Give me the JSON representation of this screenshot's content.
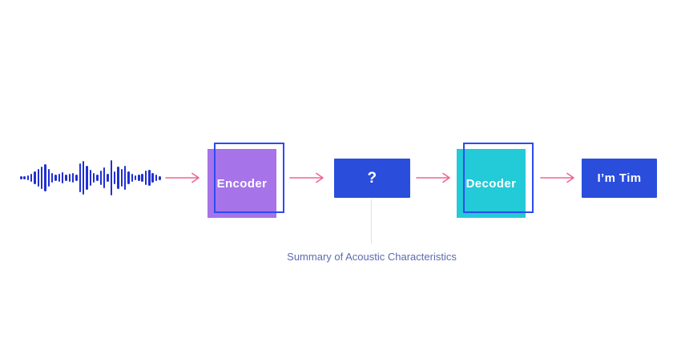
{
  "diagram": {
    "colors": {
      "background": "#ffffff",
      "wave": "#2130d2",
      "arrow": "#f2648f",
      "encoder-fill": "#a673e8",
      "decoder-fill": "#23cad8",
      "box-blue": "#2a4ddc",
      "outline-blue": "#2c4bf0",
      "annotation-text": "#5c6bb2",
      "connector": "#e2e2e8"
    },
    "waveform": {
      "bar_heights": [
        4,
        4,
        6,
        10,
        16,
        22,
        28,
        34,
        22,
        12,
        8,
        10,
        14,
        8,
        10,
        12,
        8,
        36,
        42,
        30,
        20,
        12,
        8,
        18,
        26,
        10,
        44,
        16,
        28,
        22,
        30,
        16,
        10,
        6,
        8,
        10,
        18,
        20,
        12,
        8,
        5
      ]
    },
    "nodes": {
      "encoder": {
        "label": "Encoder"
      },
      "bottleneck": {
        "label": "?"
      },
      "decoder": {
        "label": "Decoder"
      },
      "output": {
        "label": "I’m Tim"
      }
    },
    "annotation": {
      "text": "Summary of Acoustic Characteristics"
    }
  }
}
